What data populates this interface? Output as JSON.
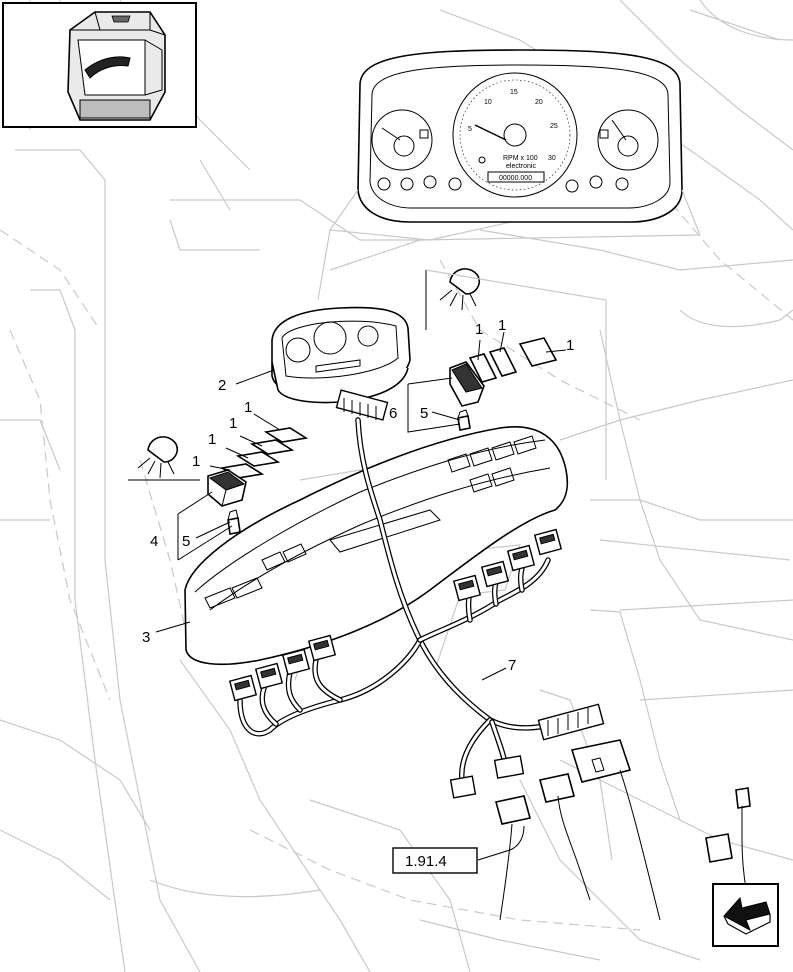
{
  "diagram": {
    "callouts": {
      "part_1_a": "1",
      "part_1_b": "1",
      "part_1_c": "1",
      "part_1_d": "1",
      "part_1_e": "1",
      "part_1_f": "1",
      "part_1_g": "1",
      "part_2": "2",
      "part_3": "3",
      "part_4": "4",
      "part_5_a": "5",
      "part_5_b": "5",
      "part_6": "6",
      "part_7": "7"
    },
    "reference_box": "1.91.4",
    "instrument_cluster": {
      "tach_ticks": [
        "5",
        "10",
        "15",
        "20",
        "25",
        "30"
      ],
      "rpm_label": "RPM x 100",
      "sub_label": "electronic",
      "odometer": "00000.000"
    },
    "icons": {
      "locator": "tractor-cab-thumbnail-icon",
      "lamp_1": "work-lamp-icon",
      "lamp_2": "work-lamp-icon",
      "nav": "next-page-arrow-icon"
    }
  }
}
